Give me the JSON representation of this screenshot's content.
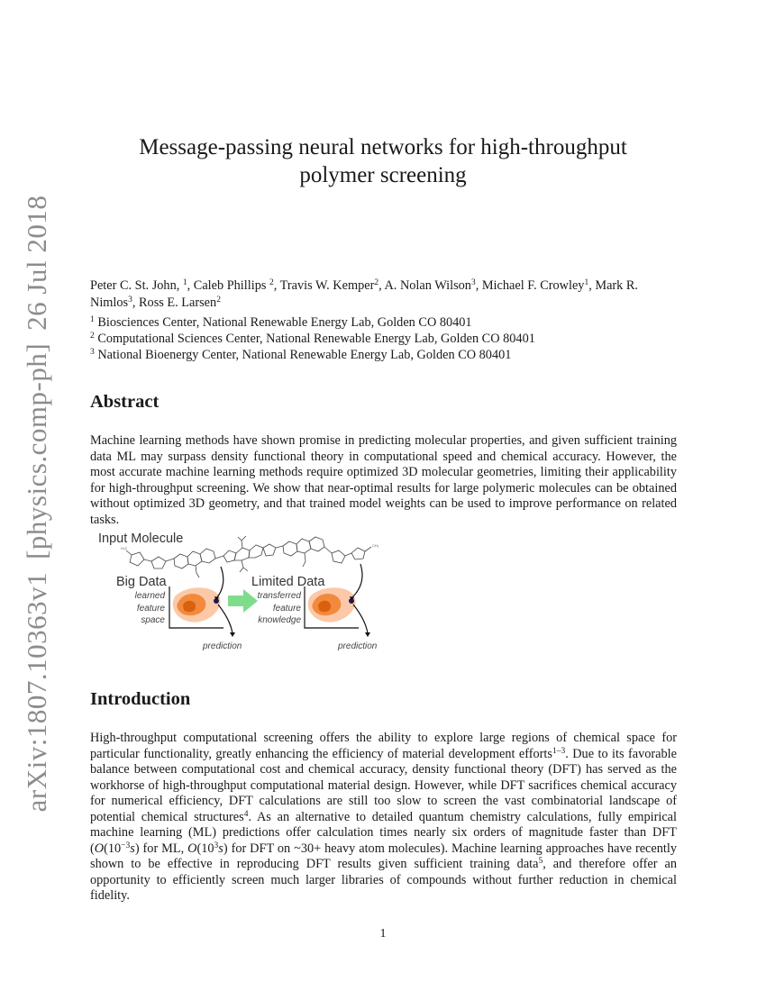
{
  "arxiv_stamp": {
    "id": "arXiv:1807.10363v1",
    "category": "[physics.comp-ph]",
    "date": "26 Jul 2018"
  },
  "paper": {
    "title_line1": "Message-passing neural networks for high-throughput",
    "title_line2": "polymer screening",
    "authors": [
      {
        "name": "Peter C. St. John, ",
        "sup": "1",
        "sep": ", "
      },
      {
        "name": "Caleb Phillips ",
        "sup": "2",
        "sep": ", "
      },
      {
        "name": "Travis W. Kemper",
        "sup": "2",
        "sep": ", "
      },
      {
        "name": "A. Nolan Wilson",
        "sup": "3",
        "sep": ", "
      },
      {
        "name": "Michael F. Crowley",
        "sup": "1",
        "sep": ", "
      },
      {
        "name": "Mark R. Nimlos",
        "sup": "3",
        "sep": ", "
      },
      {
        "name": "Ross E. Larsen",
        "sup": "2",
        "sep": ""
      }
    ],
    "affiliations": [
      {
        "num": "1",
        "text": "Biosciences Center, National Renewable Energy Lab, Golden CO 80401"
      },
      {
        "num": "2",
        "text": "Computational Sciences Center, National Renewable Energy Lab, Golden CO 80401"
      },
      {
        "num": "3",
        "text": "National Bioenergy Center, National Renewable Energy Lab, Golden CO 80401"
      }
    ]
  },
  "abstract": {
    "heading": "Abstract",
    "text": "Machine learning methods have shown promise in predicting molecular properties, and given sufficient training data ML may surpass density functional theory in computational speed and chemical accuracy. However, the most accurate machine learning methods require optimized 3D molecular geometries, limiting their applicability for high-throughput screening. We show that near-optimal results for large polymeric molecules can be obtained without optimized 3D geometry, and that trained model weights can be used to improve performance on related tasks."
  },
  "figure": {
    "input_label": "Input Molecule",
    "left_title": "Big Data",
    "left_desc": [
      "learned",
      "feature",
      "space"
    ],
    "right_title": "Limited Data",
    "right_desc": [
      "transferred",
      "feature",
      "knowledge"
    ],
    "prediction_label": "prediction",
    "colors": {
      "density_outer": "#fbc9a8",
      "density_mid": "#f28a3e",
      "density_inner": "#d8600f",
      "point": "#1c1a5e",
      "arrow": "#7fdc8b"
    }
  },
  "introduction": {
    "heading": "Introduction",
    "segments": [
      {
        "t": "High-throughput computational screening offers the ability to explore large regions of chemical space for particular functionality, greatly enhancing the efficiency of material development efforts"
      },
      {
        "sup": "1–3"
      },
      {
        "t": ".  Due to its favorable balance between computational cost and chemical accuracy, density functional theory (DFT) has served as the workhorse of high-throughput computational material design.  However, while DFT sacrifices chemical accuracy for numerical efficiency, DFT calculations are still too slow to screen the vast combinatorial landscape of potential chemical structures"
      },
      {
        "sup": "4"
      },
      {
        "t": ". As an alternative to detailed quantum chemistry calculations, fully empirical machine learning (ML) predictions offer calculation times nearly six orders of magnitude faster than DFT ("
      },
      {
        "i": "O"
      },
      {
        "t": "(10"
      },
      {
        "sup": "−3"
      },
      {
        "i": "s"
      },
      {
        "t": ") for ML, "
      },
      {
        "i": "O"
      },
      {
        "t": "(10"
      },
      {
        "sup": "3"
      },
      {
        "i": "s"
      },
      {
        "t": ") for DFT on ~30+ heavy atom molecules). Machine learning approaches have recently shown to be effective in reproducing DFT results given sufficient training data"
      },
      {
        "sup": "5"
      },
      {
        "t": ", and therefore offer an opportunity to efficiently screen much larger libraries of compounds without further reduction in chemical fidelity."
      }
    ]
  },
  "footer": {
    "page_number": "1"
  }
}
